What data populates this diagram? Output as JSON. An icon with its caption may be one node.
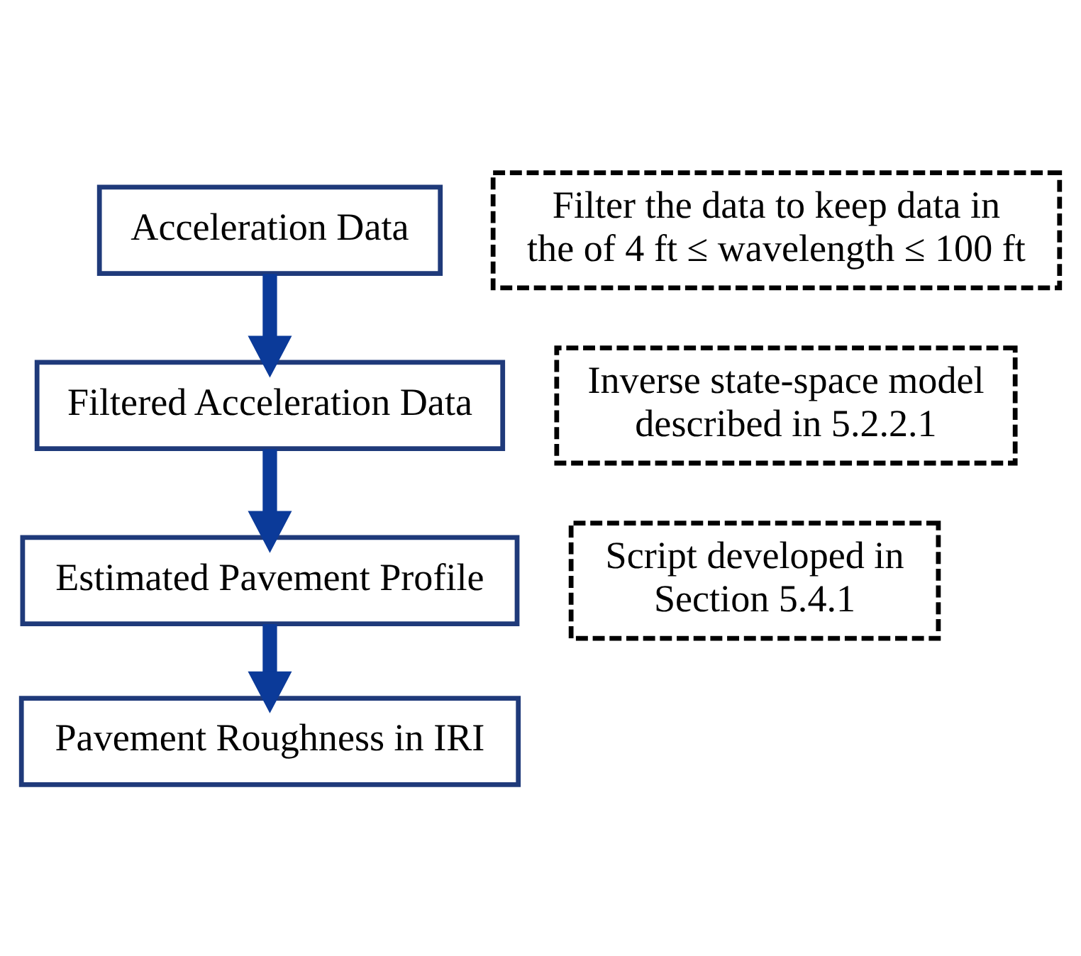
{
  "diagram": {
    "nodes": [
      {
        "text": [
          "Acceleration Data"
        ]
      },
      {
        "text": [
          "Filter the data to keep data in the of 4 ft ≤ wavelength ≤ 100 ft"
        ]
      },
      {
        "text": [
          "Filtered Acceleration Data"
        ]
      },
      {
        "text": [
          "Inverse state-space model described in 5.2.2.1"
        ]
      },
      {
        "text": [
          "Estimated Pavement Profile"
        ]
      },
      {
        "text": [
          "Script developed in Section 5.4.1"
        ]
      },
      {
        "text": [
          "Pavement Roughness in IRI"
        ]
      }
    ],
    "edges": [
      {
        "from": 0,
        "to": 2,
        "arrow": "to"
      },
      {
        "from": 2,
        "to": 4,
        "arrow": "to"
      },
      {
        "from": 4,
        "to": 6,
        "arrow": "to"
      }
    ]
  }
}
